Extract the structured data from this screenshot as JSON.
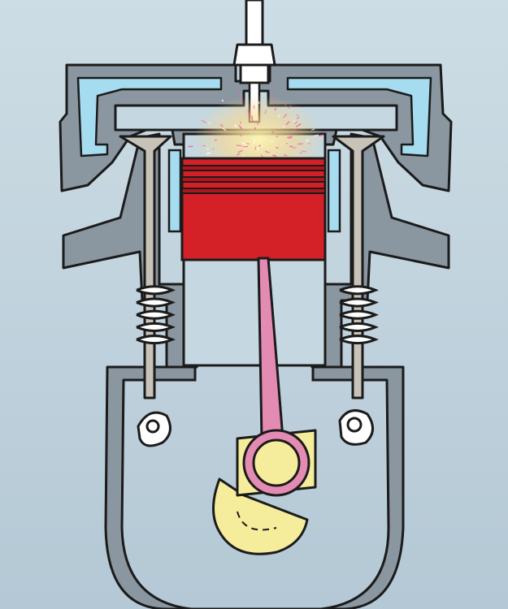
{
  "diagram": {
    "kind": "four-stroke-engine-cutaway",
    "stroke_phase": "combustion",
    "spark_visible": true,
    "colors": {
      "background": "#c5d7e0",
      "block_metal": "#8a96a0",
      "outline": "#1b1b1b",
      "coolant": "#a6dcef",
      "piston": "#d42128",
      "piston_rings": "#b0151c",
      "connecting_rod": "#e48bb4",
      "crank": "#f5ec9c",
      "valve_stem": "#c8c3b8",
      "spring": "#ffffff",
      "cam": "#ffffff",
      "spark_plug": "#ffffff",
      "spark_particles": "#ef6aa6",
      "spark_glow": "#ffe58a"
    },
    "parts": [
      {
        "id": "spark-plug",
        "icon": "spark-plug-icon"
      },
      {
        "id": "cylinder-head",
        "icon": "cylinder-head-icon"
      },
      {
        "id": "coolant-jacket",
        "icon": "coolant-icon"
      },
      {
        "id": "intake-valve",
        "icon": "valve-icon"
      },
      {
        "id": "exhaust-valve",
        "icon": "valve-icon"
      },
      {
        "id": "valve-springs",
        "icon": "spring-icon"
      },
      {
        "id": "camshafts",
        "icon": "cam-icon"
      },
      {
        "id": "piston",
        "icon": "piston-icon"
      },
      {
        "id": "connecting-rod",
        "icon": "rod-icon"
      },
      {
        "id": "crankshaft",
        "icon": "crank-icon"
      },
      {
        "id": "crankcase",
        "icon": "crankcase-icon"
      }
    ]
  }
}
